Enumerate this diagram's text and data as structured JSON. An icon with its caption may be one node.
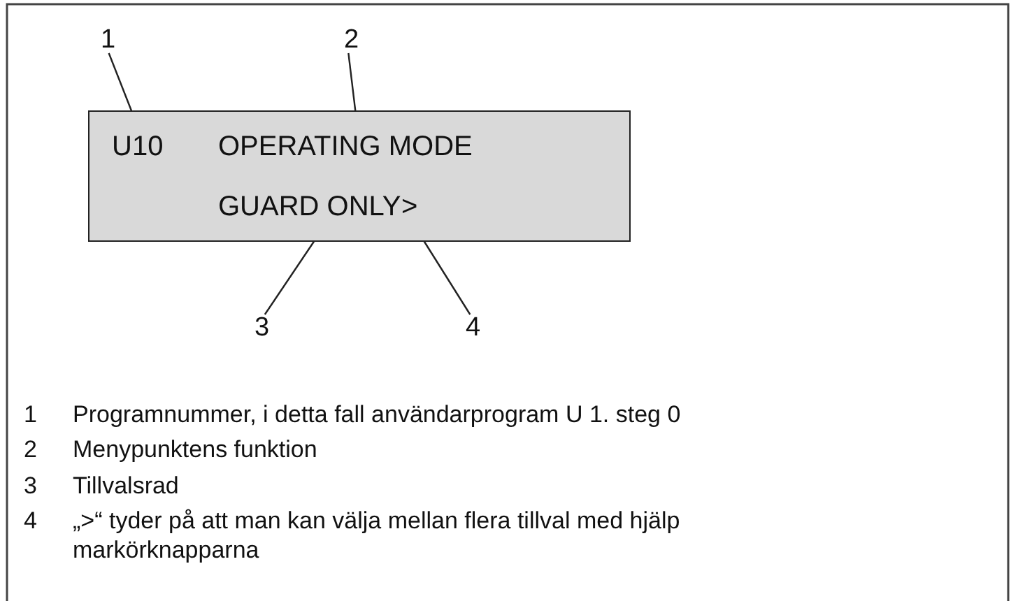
{
  "diagram": {
    "nodes": [
      {
        "text": [],
        "shape": "box"
      },
      {
        "text": [
          "U10"
        ],
        "in": 0
      },
      {
        "text": [
          "OPERATING MODE"
        ],
        "in": 0
      },
      {
        "text": [
          "GUARD ONLY"
        ],
        "in": 0
      },
      {
        "text": [
          ">"
        ],
        "in": 0
      },
      {
        "text": [
          "1"
        ]
      },
      {
        "text": [
          "2"
        ]
      },
      {
        "text": [
          "3"
        ]
      },
      {
        "text": [
          "4"
        ]
      }
    ],
    "edges": [
      {
        "from": 5,
        "to": 1,
        "arrow": "none"
      },
      {
        "from": 6,
        "to": 2,
        "arrow": "none"
      },
      {
        "from": 7,
        "to": 3,
        "arrow": "none"
      },
      {
        "from": 8,
        "to": 4,
        "arrow": "none"
      }
    ],
    "labels": [
      "1",
      "Programnummer, i detta fall användarprogram U 1. steg 0",
      "2",
      "Menypunktens funktion",
      "3",
      "Tillvalsrad",
      "4",
      "„>“ tyder på att man kan välja mellan flera tillval med hjälp markörknapparna"
    ]
  }
}
